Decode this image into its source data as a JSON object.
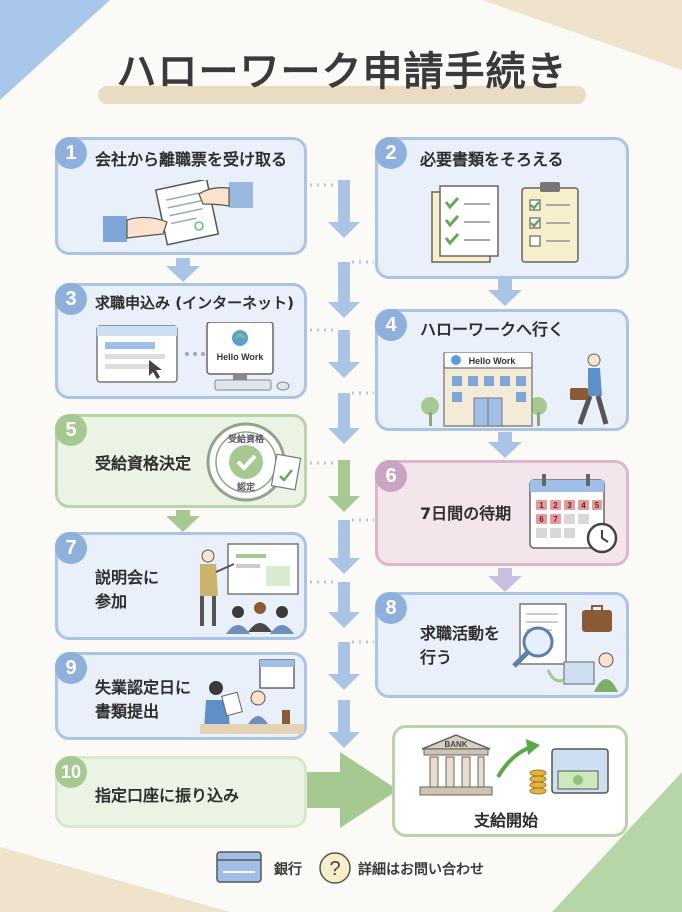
{
  "title": "ハローワーク申請手続き",
  "steps": [
    {
      "num": "1",
      "label": "会社から離職票を受け取る",
      "icon": "document-handover-icon"
    },
    {
      "num": "2",
      "label": "必要書類をそろえる",
      "icon": "checklist-documents-icon"
    },
    {
      "num": "3",
      "label": "求職申込み (インターネット)",
      "icon": "online-application-icon"
    },
    {
      "num": "4",
      "label": "ハローワークへ行く",
      "icon": "hello-work-building-icon"
    },
    {
      "num": "5",
      "label": "受給資格決定",
      "icon": "certified-stamp-icon"
    },
    {
      "num": "6",
      "label": "7日間の待期",
      "icon": "calendar-clock-icon"
    },
    {
      "num": "7",
      "label_line1": "説明会に",
      "label_line2": "参加",
      "icon": "seminar-icon"
    },
    {
      "num": "8",
      "label_line1": "求職活動を",
      "label_line2": "行う",
      "icon": "job-search-icon"
    },
    {
      "num": "9",
      "label_line1": "失業認定日に",
      "label_line2": "書類提出",
      "icon": "submission-counter-icon"
    },
    {
      "num": "10",
      "label": "指定口座に振り込み",
      "icon": "arrow-right-icon"
    }
  ],
  "final": {
    "label": "支給開始",
    "bank_sign": "BANK",
    "icon": "bank-money-icon"
  },
  "hello_work_text": "Hello Work",
  "stamp_top": "受給資格",
  "stamp_bottom": "認定",
  "calendar_days": [
    "1",
    "2",
    "3",
    "4",
    "5",
    "6",
    "7"
  ],
  "legend": [
    {
      "icon": "bankbook-icon",
      "label": "銀行"
    },
    {
      "icon": "question-icon",
      "symbol": "?",
      "label": "詳細はお問い合わせ"
    }
  ],
  "colors": {
    "blue": "#a9c4e4",
    "green": "#b8d4a8",
    "pink": "#dcb6c9",
    "arrow_blue": "#a9c4e4",
    "arrow_green": "#a6c992"
  }
}
